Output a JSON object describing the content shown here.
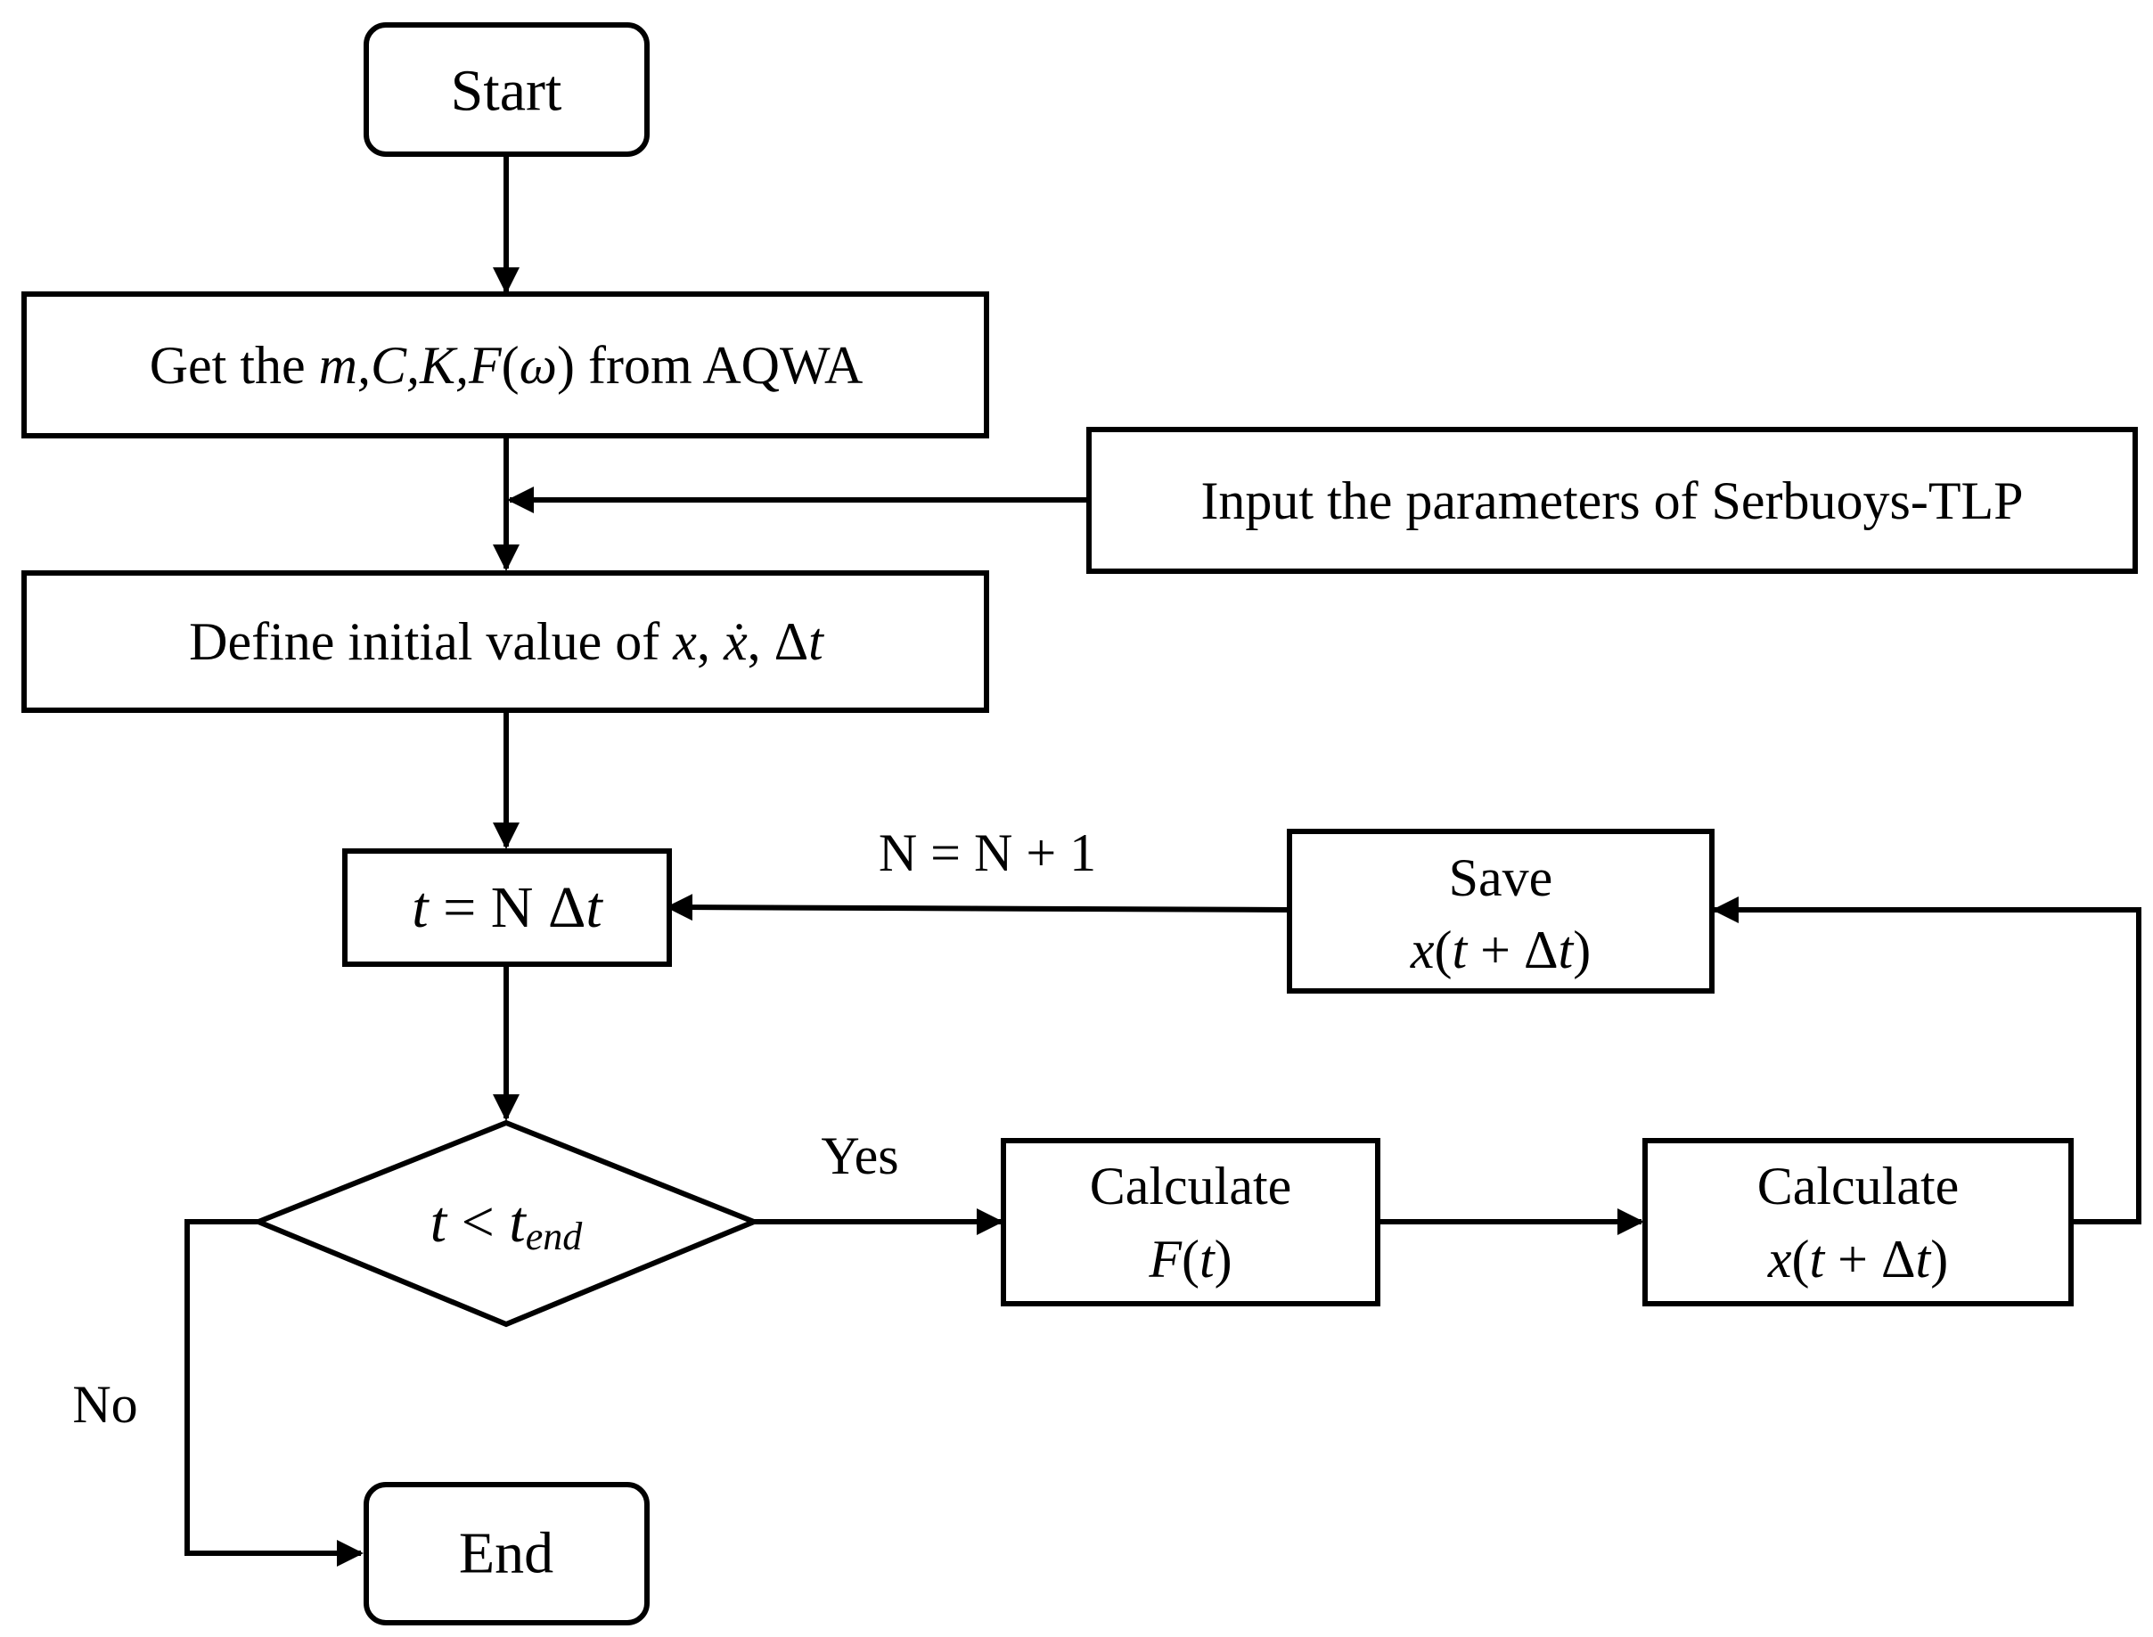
{
  "nodes": {
    "start": {
      "label": "Start"
    },
    "get_params": {
      "prefix": "Get the ",
      "vars": "m,C,K,F",
      "omega_open": "(",
      "omega": "ω",
      "omega_close": ")",
      "suffix": " from AQWA"
    },
    "input_params": {
      "label": "Input the parameters of Serbuoys-TLP"
    },
    "define_initial": {
      "prefix": "Define initial value of ",
      "x": "x",
      "sep1": ", ",
      "xdot": "ẋ",
      "sep2": ", ",
      "delta": "Δ",
      "t": "t"
    },
    "time_step": {
      "t": "t",
      "eq": " = N Δ",
      "t2": "t"
    },
    "decision": {
      "t": "t",
      "lt": " < ",
      "tend": "t",
      "sub": "end"
    },
    "save": {
      "line1": "Save",
      "x": "x",
      "open": "(",
      "t": "t",
      "plus": " + Δ",
      "t2": "t",
      "close": ")"
    },
    "calc_force": {
      "line1": "Calculate",
      "F": "F",
      "open": "(",
      "t": "t",
      "close": ")"
    },
    "calc_disp": {
      "line1": "Calculate",
      "x": "x",
      "open": "(",
      "t": "t",
      "plus": " + Δ",
      "t2": "t",
      "close": ")"
    },
    "end": {
      "label": "End"
    }
  },
  "edge_labels": {
    "increment": "N = N + 1",
    "yes": "Yes",
    "no": "No"
  }
}
